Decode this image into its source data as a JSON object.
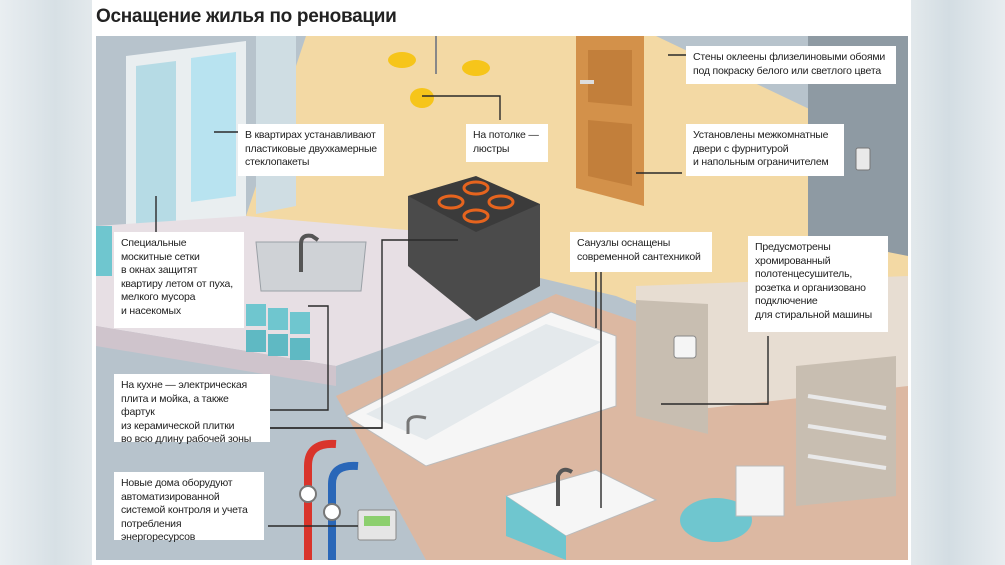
{
  "title": "Оснащение жилья по реновации",
  "callouts": {
    "walls": "Стены оклеены флизелиновыми обоями\nпод покраску белого или светлого цвета",
    "windows": "В квартирах устанавливают\nпластиковые двухкамерные\nстеклопакеты",
    "chandeliers": "На потолке —\nлюстры",
    "doors": "Установлены межкомнатные\nдвери с фурнитурой\nи напольным ограничителем",
    "mosquito": "Специальные\nмоскитные сетки\nв окнах защитят\nквартиру летом от пуха,\nмелкого мусора\nи насекомых",
    "bathroom": "Санузлы оснащены\nсовременной сантехникой",
    "towel": "Предусмотрены\nхромированный\nполотенцесушитель,\nрозетка и организовано\nподключение\nдля стиральной машины",
    "kitchen": "На кухне — электрическая\nплита и мойка, а также фартук\nиз керамической плитки\nво всю длину рабочей зоны",
    "meters": "Новые дома оборудуют\nавтоматизированной\nсистемой контроля и учета\nпотребления энергоресурсов"
  },
  "colors": {
    "wall": "#b7c3cc",
    "floor_room": "#f3d9a4",
    "door": "#d3914a",
    "cooktop": "#3b3b3b",
    "burner": "#e6641e",
    "lamp": "#f6c51a",
    "tile_wall": "#c8beb1",
    "tile_floor": "#dcb8a2",
    "bath": "#ffffff",
    "pipe_red": "#d9342b",
    "pipe_blue": "#2a67b8",
    "glass_tile": "#6fc6cf",
    "leader": "#2a2a2a"
  }
}
